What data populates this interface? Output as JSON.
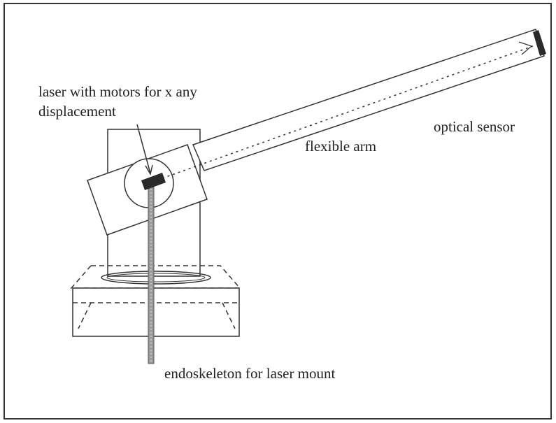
{
  "labels": {
    "laser_line1": "laser with motors for x any",
    "laser_line2": "displacement",
    "arm": "flexible arm",
    "sensor": "optical sensor",
    "endoskeleton": "endoskeleton for laser mount"
  },
  "colors": {
    "ink": "#222222",
    "background": "#ffffff",
    "laser_block": "#2a2a2a",
    "rod": "#9a9a9a"
  }
}
